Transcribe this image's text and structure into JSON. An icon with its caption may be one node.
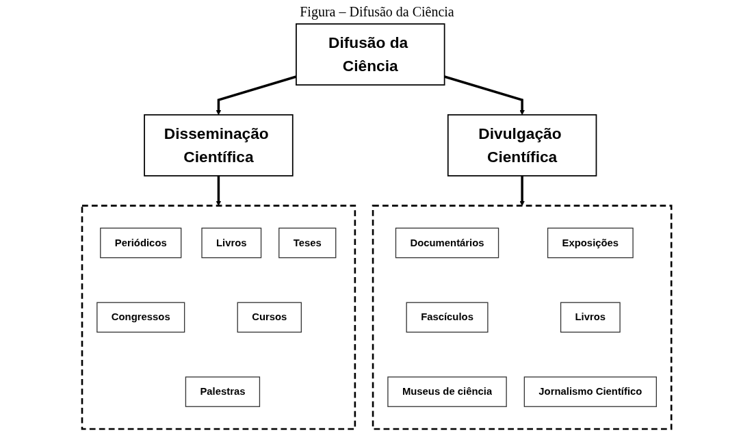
{
  "diagram": {
    "title": "Figura – Difusão da Ciência",
    "nodes": [
      {
        "text": [
          "Difusão da Ciência"
        ]
      },
      {
        "text": [
          "Disseminação Científica"
        ]
      },
      {
        "text": [
          "Divulgação Científica"
        ]
      },
      {
        "text": [],
        "shape": "box"
      },
      {
        "text": [
          "Periódicos"
        ],
        "in": 3
      },
      {
        "text": [
          "Livros"
        ],
        "in": 3
      },
      {
        "text": [
          "Teses"
        ],
        "in": 3
      },
      {
        "text": [
          "Congressos"
        ],
        "in": 3
      },
      {
        "text": [
          "Cursos"
        ],
        "in": 3
      },
      {
        "text": [
          "Palestras"
        ],
        "in": 3
      },
      {
        "text": [],
        "shape": "box"
      },
      {
        "text": [
          "Documentários"
        ],
        "in": 10
      },
      {
        "text": [
          "Exposições"
        ],
        "in": 10
      },
      {
        "text": [
          "Fascículos"
        ],
        "in": 10
      },
      {
        "text": [
          "Livros"
        ],
        "in": 10
      },
      {
        "text": [
          "Museus de ciência"
        ],
        "in": 10
      },
      {
        "text": [
          "Jornalismo Científico"
        ],
        "in": 10
      }
    ],
    "edges": [
      {
        "from": 0,
        "to": 1,
        "arrow": "to"
      },
      {
        "from": 0,
        "to": 2,
        "arrow": "to"
      },
      {
        "from": 1,
        "to": 3,
        "arrow": "to"
      },
      {
        "from": 2,
        "to": 10,
        "arrow": "to"
      }
    ]
  }
}
